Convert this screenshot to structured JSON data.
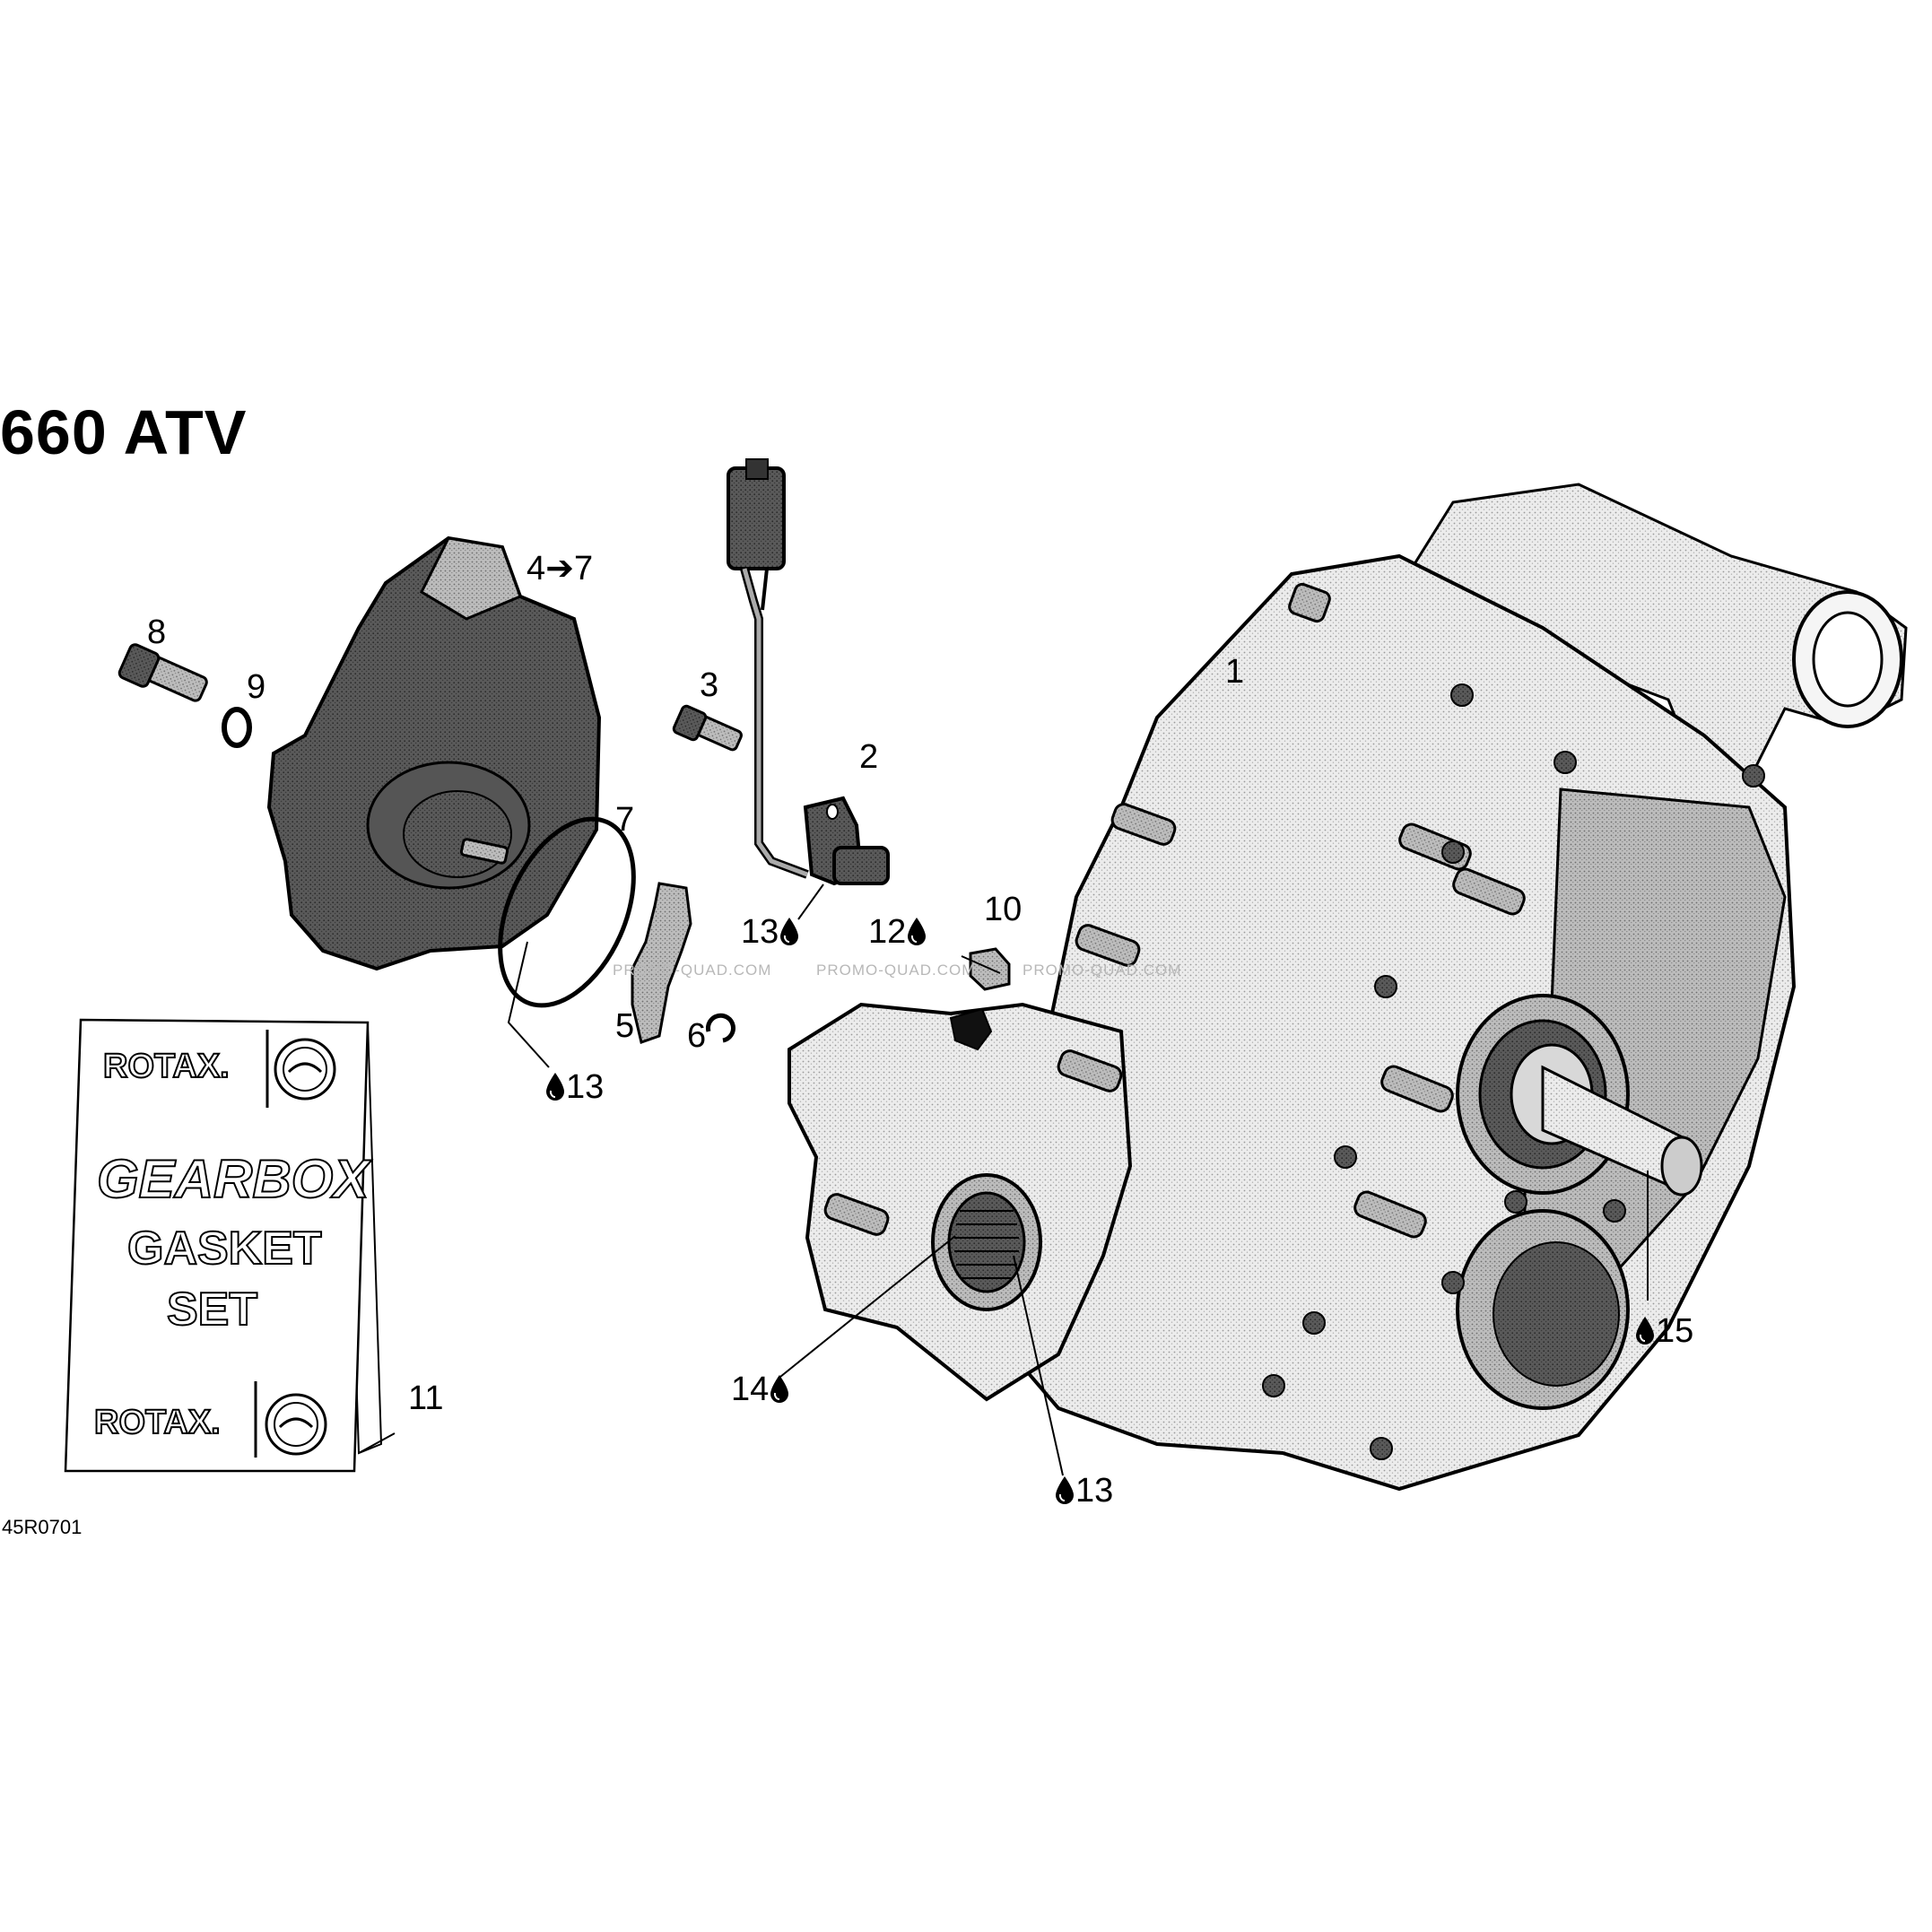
{
  "title": "660 ATV",
  "reference_code": "45R0701",
  "watermarks": [
    "PROMO-QUAD.COM",
    "PROMO-QUAD.COM",
    "PROMO-QUAD.COM"
  ],
  "callouts": {
    "c1": "1",
    "c2": "2",
    "c3": "3",
    "c4_7": "4➔7",
    "c5": "5",
    "c6": "6",
    "c7": "7",
    "c8": "8",
    "c9": "9",
    "c10": "10",
    "c11": "11",
    "c12": "12",
    "c13_sensor": "13",
    "c13_oring": "13",
    "c13_main": "13",
    "c14": "14",
    "c15": "15"
  },
  "gasket_kit": {
    "brand_top": "ROTAX.",
    "line1": "GEARBOX",
    "line2": "GASKET",
    "line3": "SET",
    "brand_bottom": "ROTAX."
  },
  "icons": [
    "oil-drop-icon",
    "brp-logo-icon"
  ]
}
